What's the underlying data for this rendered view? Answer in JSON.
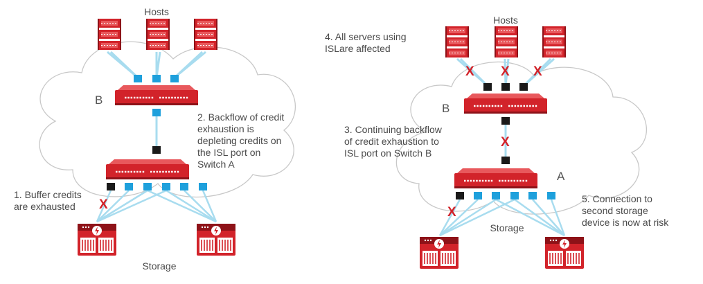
{
  "colors": {
    "accent_red": "#d2232a",
    "dark_red": "#8e1218",
    "link_blue": "#a8dcef",
    "port_blue": "#1ea0dc",
    "port_black": "#1a1a1a",
    "cloud_stroke": "#c8c8c8",
    "text": "#4a4a4a"
  },
  "icons": {
    "host": "server-rack-icon",
    "switch": "network-switch-icon",
    "storage": "storage-array-icon",
    "failure": "x-mark"
  },
  "left": {
    "hosts_label": "Hosts",
    "storage_label": "Storage",
    "switch_b_label": "B",
    "note_2": [
      "2. Backflow of credit",
      "exhaustion is",
      "depleting credits on",
      "the ISL port on",
      "Switch A"
    ],
    "note_1": [
      "1. Buffer credits",
      "are exhausted"
    ],
    "x_mark": "X"
  },
  "right": {
    "hosts_label": "Hosts",
    "storage_label": "Storage",
    "switch_b_label": "B",
    "switch_a_label": "A",
    "note_4": [
      "4. All servers using",
      "ISLare affected"
    ],
    "note_3": [
      "3. Continuing backflow",
      "of credit exhaustion to",
      "ISL port on Switch B"
    ],
    "note_5": [
      "5. Connection to",
      "second storage",
      "device is now at risk"
    ],
    "x_mark": "X"
  }
}
